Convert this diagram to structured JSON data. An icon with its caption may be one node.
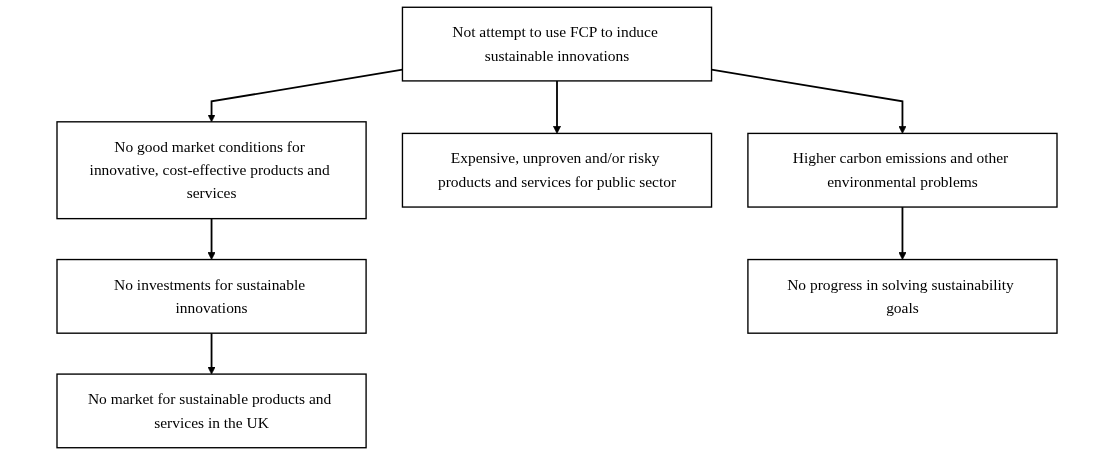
{
  "diagram": {
    "nodes": [
      {
        "text": [
          "Not attempt to use FCP to induce sustainable innovations"
        ]
      },
      {
        "text": [
          "Higher carbon emissions and other environmental problems"
        ]
      },
      {
        "text": [
          "Expensive, unproven and/or risky products and services for public sector"
        ]
      },
      {
        "text": [
          "No good market conditions for innovative, cost-effective products and services"
        ]
      },
      {
        "text": [
          "No investments for sustainable innovations"
        ]
      },
      {
        "text": [
          "No progress in solving sustainability goals"
        ]
      },
      {
        "text": [
          "No market for sustainable products and services in the UK"
        ]
      }
    ],
    "edges": [
      {
        "from": 0,
        "to": 1,
        "arrow": "to"
      },
      {
        "from": 0,
        "to": 2,
        "arrow": "to"
      },
      {
        "from": 0,
        "to": 3,
        "arrow": "to"
      },
      {
        "from": 1,
        "to": 5,
        "arrow": "to"
      },
      {
        "from": 3,
        "to": 4,
        "arrow": "to"
      },
      {
        "from": 4,
        "to": 6,
        "arrow": "to"
      }
    ]
  }
}
